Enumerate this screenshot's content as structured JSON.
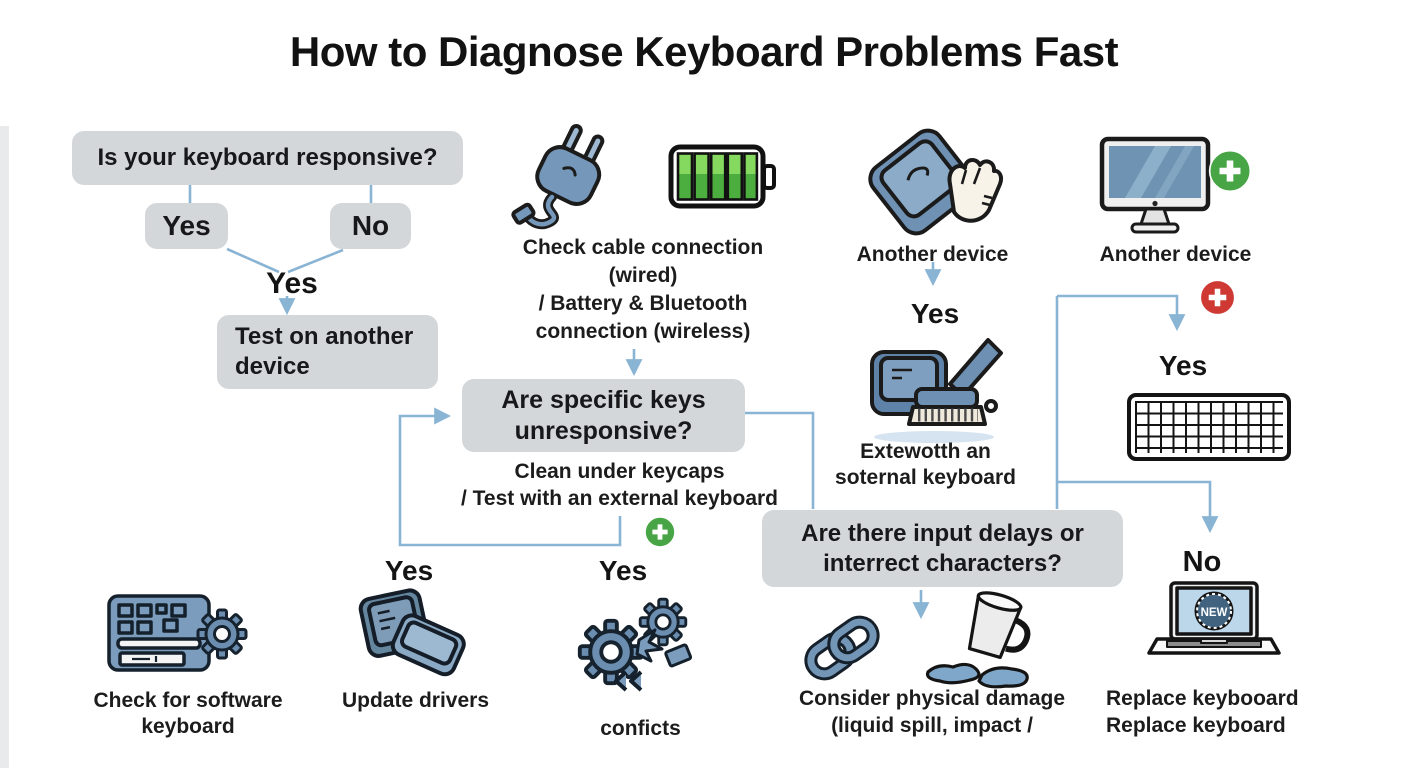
{
  "title": "How to Diagnose Keyboard Problems Fast",
  "colors": {
    "box-gray": "#d4d7da",
    "line-blue": "#8ab4d4",
    "green": "#48a546",
    "red": "#ce3a33",
    "ink": "#17181a"
  },
  "icons": [
    "plug-icon",
    "battery-full-icon",
    "keycap-hand-icon",
    "monitor-icon",
    "green-plus-icon",
    "red-plus-icon",
    "keycap-brush-icon",
    "keyboard-icon",
    "software-keyboard-gear-icon",
    "keycaps-icon",
    "gears-conflict-icon",
    "chain-link-icon",
    "spilled-cup-icon",
    "laptop-new-icon"
  ],
  "flow": {
    "q_responsive": {
      "label": "Is your keyboard responsive?"
    },
    "yes_left": {
      "label": "Yes"
    },
    "no_left": {
      "label": "No"
    },
    "yes_merge": {
      "label": "Yes"
    },
    "test_another": {
      "lines": [
        "Test on another",
        "device"
      ]
    },
    "cable_check": {
      "lines": [
        "Check cable connection",
        "(wired)",
        "/ Battery & Bluetooth",
        "connection (wireless)"
      ]
    },
    "another_device_key": {
      "label": "Another device"
    },
    "yes_key": {
      "label": "Yes"
    },
    "another_device_monitor": {
      "label": "Another device"
    },
    "q_specific_keys": {
      "lines": [
        "Are specific keys",
        "unresponsive?"
      ]
    },
    "clean_keycaps": {
      "lines": [
        "Clean under keycaps",
        "/ Test with an external keyboard"
      ]
    },
    "external_keyboard": {
      "lines": [
        "Extewotth an",
        "soternal keyboard"
      ]
    },
    "yes_kb": {
      "label": "Yes"
    },
    "q_input_delays": {
      "lines": [
        "Are there input delays or",
        "interrect characters?"
      ]
    },
    "yes_update": {
      "label": "Yes"
    },
    "update_drivers": {
      "label": "Update drivers"
    },
    "yes_conflicts": {
      "label": "Yes"
    },
    "conflicts": {
      "label": "conficts"
    },
    "check_software": {
      "lines": [
        "Check for software",
        "keyboard"
      ]
    },
    "physical_damage": {
      "lines": [
        "Consider physical damage",
        "(liquid spill, impact /"
      ]
    },
    "no_replace": {
      "label": "No"
    },
    "replace_keyboard": {
      "lines": [
        "Replace keybooard",
        "Replace keyboard"
      ]
    },
    "laptop_badge": {
      "label": "NEW"
    }
  }
}
